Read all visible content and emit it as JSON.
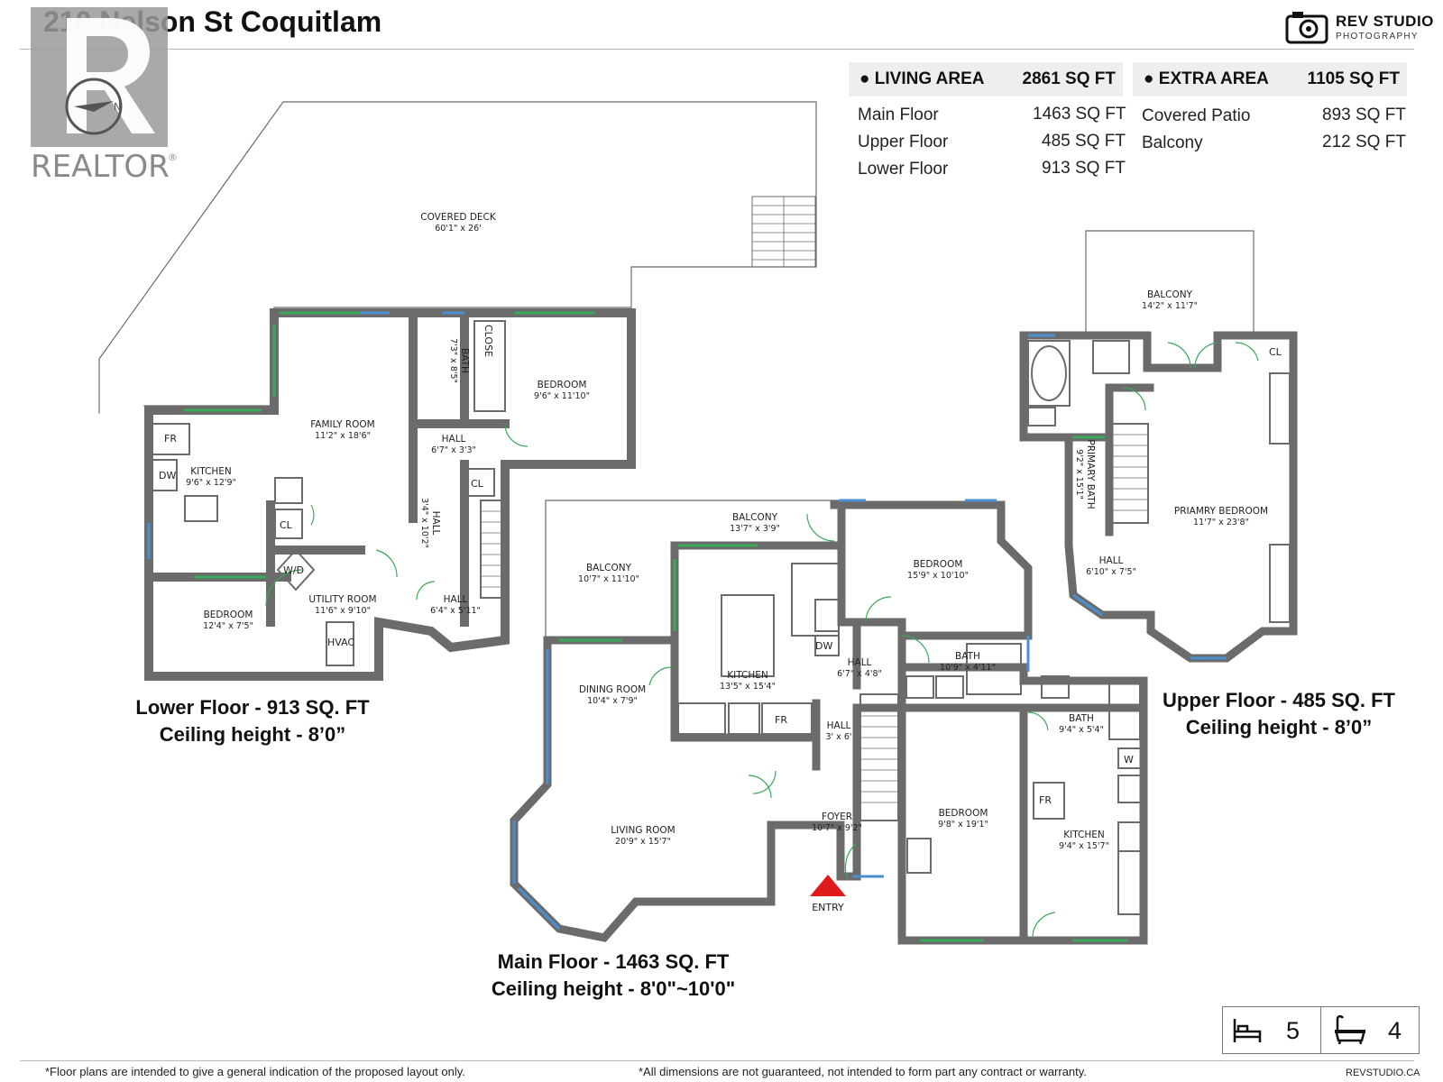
{
  "title": "210 Nelson St Coquitlam",
  "branding": {
    "realtor": "REALTOR",
    "studio_name": "REV STUDIO",
    "studio_sub": "PHOTOGRAPHY"
  },
  "living_area": {
    "heading": "LIVING AREA",
    "total": "2861 SQ FT",
    "rows": [
      {
        "label": "Main Floor",
        "value": "1463 SQ FT"
      },
      {
        "label": "Upper Floor",
        "value": "485 SQ FT"
      },
      {
        "label": "Lower Floor",
        "value": "913 SQ FT"
      }
    ]
  },
  "extra_area": {
    "heading": "EXTRA AREA",
    "total": "1105 SQ FT",
    "rows": [
      {
        "label": "Covered Patio",
        "value": "893 SQ FT"
      },
      {
        "label": "Balcony",
        "value": "212 SQ FT"
      }
    ]
  },
  "floors": {
    "lower": {
      "title": "Lower Floor - 913 SQ. FT",
      "ceiling": "Ceiling height - 8’0”"
    },
    "main": {
      "title": "Main Floor - 1463 SQ. FT",
      "ceiling": "Ceiling height - 8'0\"~10'0\""
    },
    "upper": {
      "title": "Upper  Floor - 485 SQ. FT",
      "ceiling": "Ceiling height -  8’0”"
    }
  },
  "rooms": {
    "covered_deck": {
      "name": "COVERED DECK",
      "dim": "60'1\" x 26'"
    },
    "family_room": {
      "name": "FAMILY ROOM",
      "dim": "11'2\" x 18'6\""
    },
    "lower_bath": {
      "name": "BATH",
      "dim": "7'3\" x 8'5\""
    },
    "lower_bedroom_right": {
      "name": "BEDROOM",
      "dim": "9'6\" x 11'10\""
    },
    "lower_kitchen": {
      "name": "KITCHEN",
      "dim": "9'6\" x 12'9\""
    },
    "lower_hall_1": {
      "name": "HALL",
      "dim": "6'7\" x 3'3\""
    },
    "lower_hall_2": {
      "name": "HALL",
      "dim": "3'4\" x 10'2\""
    },
    "lower_hall_3": {
      "name": "HALL",
      "dim": "6'4\" x 5'11\""
    },
    "utility_room": {
      "name": "UTILITY ROOM",
      "dim": "11'6\" x 9'10\""
    },
    "lower_bedroom_left": {
      "name": "BEDROOM",
      "dim": "12'4\" x 7'5\""
    },
    "main_balcony_top": {
      "name": "BALCONY",
      "dim": "13'7\" x 3'9\""
    },
    "main_balcony_left": {
      "name": "BALCONY",
      "dim": "10'7\" x 11'10\""
    },
    "main_bedroom_top": {
      "name": "BEDROOM",
      "dim": "15'9\" x 10'10\""
    },
    "main_kitchen": {
      "name": "KITCHEN",
      "dim": "13'5\" x 15'4\""
    },
    "main_hall_1": {
      "name": "HALL",
      "dim": "6'7\" x 4'8\""
    },
    "main_bath_1": {
      "name": "BATH",
      "dim": "10'9\" x 4'11\""
    },
    "dining_room": {
      "name": "DINING ROOM",
      "dim": "10'4\" x 7'9\""
    },
    "main_hall_2": {
      "name": "HALL",
      "dim": "3' x 6'"
    },
    "main_bath_2": {
      "name": "BATH",
      "dim": "9'4\" x 5'4\""
    },
    "living_room": {
      "name": "LIVING ROOM",
      "dim": "20'9\" x 15'7\""
    },
    "foyer": {
      "name": "FOYER",
      "dim": "10'7\" x 9'2\""
    },
    "main_bedroom_bottom": {
      "name": "BEDROOM",
      "dim": "9'8\" x 19'1\""
    },
    "main_kitchen_2": {
      "name": "KITCHEN",
      "dim": "9'4\" x 15'7\""
    },
    "upper_balcony": {
      "name": "BALCONY",
      "dim": "14'2\" x 11'7\""
    },
    "primary_bath": {
      "name": "PRIMARY BATH",
      "dim": "9'2\" x 15'1\""
    },
    "primary_bedroom": {
      "name": "PRIAMRY BEDROOM",
      "dim": "11'7\" x 23'8\""
    },
    "upper_hall": {
      "name": "HALL",
      "dim": "6'10\" x 7'5\""
    }
  },
  "fixtures": {
    "fr": "FR",
    "dw": "DW",
    "cl": "CL",
    "close": "CLOSE",
    "wd": "W/D",
    "hvac": "HVAC",
    "w": "W",
    "entry": "ENTRY"
  },
  "counts": {
    "bedrooms": "5",
    "bathrooms": "4"
  },
  "footer": {
    "left": "*Floor plans are intended to give a general indication of the proposed layout only.",
    "center": "*All dimensions are not guaranteed, not intended to form part any contract or warranty.",
    "right": "REVSTUDIO.CA"
  },
  "colors": {
    "wall": "#6b6b6b",
    "window": "#3aa85a",
    "window_blue": "#4a8fd0",
    "entry_arrow": "#e01b1b",
    "panel": "#eeeeee"
  }
}
